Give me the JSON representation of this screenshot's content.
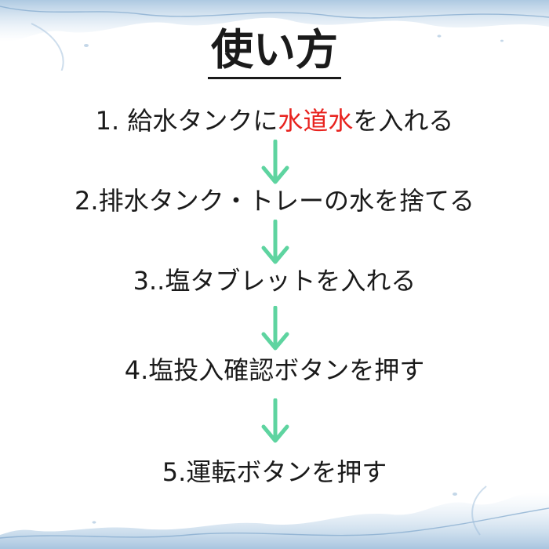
{
  "title": "使い方",
  "steps": [
    {
      "before": "1. 給水タンクに",
      "highlight": "水道水",
      "after": "を入れる"
    },
    {
      "text": "2.排水タンク・トレーの水を捨てる"
    },
    {
      "text": "3..塩タブレットを入れる"
    },
    {
      "text": "4.塩投入確認ボタンを押す"
    },
    {
      "text": "5.運転ボタンを押す"
    }
  ],
  "colors": {
    "highlight": "#e8231f",
    "arrow": "#5ed4a0",
    "splash": "#a9c9e4"
  },
  "icons": [
    "arrow-down-icon",
    "water-splash-image"
  ]
}
